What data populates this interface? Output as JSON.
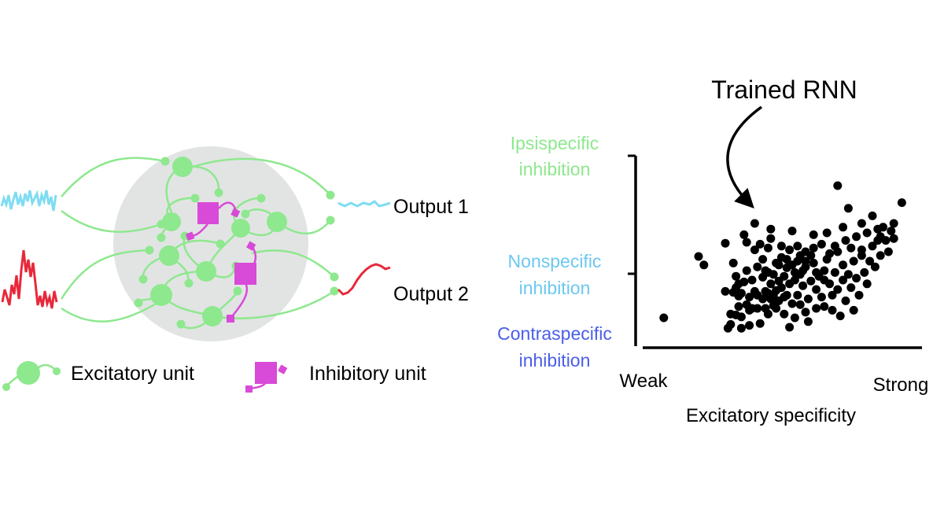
{
  "network": {
    "output_1_label": "Output 1",
    "output_2_label": "Output 2"
  },
  "legend": {
    "excitatory_label": "Excitatory unit",
    "inhibitory_label": "Inhibitory unit"
  },
  "chart_data": {
    "type": "scatter",
    "annotation": "Trained RNN",
    "xlabel": "Excitatory specificity",
    "x_ticks": [
      "Weak",
      "Strong"
    ],
    "y_ticks": [
      {
        "lines": [
          "Ipsispecific",
          "inhibition"
        ],
        "color": "#8ee88e"
      },
      {
        "lines": [
          "Nonspecific",
          "inhibition"
        ],
        "color": "#6cc8f0"
      },
      {
        "lines": [
          "Contraspecific",
          "inhibition"
        ],
        "color": "#4a5ee8"
      }
    ],
    "xlim": [
      0,
      1
    ],
    "ylim": [
      -1,
      1
    ],
    "points": [
      [
        0.07,
        -0.7
      ],
      [
        0.31,
        -0.81
      ],
      [
        0.32,
        -0.66
      ],
      [
        0.32,
        -0.77
      ],
      [
        0.34,
        -0.67
      ],
      [
        0.35,
        -0.58
      ],
      [
        0.35,
        -0.47
      ],
      [
        0.36,
        -0.81
      ],
      [
        0.36,
        -0.69
      ],
      [
        0.33,
        -0.43
      ],
      [
        0.34,
        -0.38
      ],
      [
        0.38,
        -0.56
      ],
      [
        0.39,
        -0.62
      ],
      [
        0.39,
        -0.78
      ],
      [
        0.39,
        -0.48
      ],
      [
        0.4,
        -0.6
      ],
      [
        0.41,
        -0.42
      ],
      [
        0.42,
        -0.6
      ],
      [
        0.42,
        -0.46
      ],
      [
        0.43,
        -0.76
      ],
      [
        0.44,
        -0.27
      ],
      [
        0.44,
        -0.5
      ],
      [
        0.45,
        -0.42
      ],
      [
        0.45,
        -0.6
      ],
      [
        0.46,
        -0.22
      ],
      [
        0.46,
        -0.44
      ],
      [
        0.47,
        -0.5
      ],
      [
        0.47,
        -0.34
      ],
      [
        0.48,
        -0.57
      ],
      [
        0.48,
        -0.46
      ],
      [
        0.49,
        -0.41
      ],
      [
        0.49,
        -0.12
      ],
      [
        0.5,
        -0.31
      ],
      [
        0.5,
        -0.52
      ],
      [
        0.51,
        -0.06
      ],
      [
        0.51,
        -0.38
      ],
      [
        0.52,
        -0.26
      ],
      [
        0.52,
        -0.66
      ],
      [
        0.53,
        -0.46
      ],
      [
        0.53,
        -0.17
      ],
      [
        0.54,
        -0.34
      ],
      [
        0.54,
        -0.8
      ],
      [
        0.55,
        -0.55
      ],
      [
        0.56,
        -0.3
      ],
      [
        0.57,
        -0.1
      ],
      [
        0.57,
        -0.46
      ],
      [
        0.58,
        -0.24
      ],
      [
        0.59,
        -0.36
      ],
      [
        0.6,
        -0.64
      ],
      [
        0.6,
        -0.16
      ],
      [
        0.61,
        -0.5
      ],
      [
        0.61,
        -0.74
      ],
      [
        0.62,
        -0.31
      ],
      [
        0.63,
        -0.12
      ],
      [
        0.64,
        -0.4
      ],
      [
        0.64,
        -0.6
      ],
      [
        0.65,
        -0.26
      ],
      [
        0.66,
        -0.48
      ],
      [
        0.67,
        -0.2
      ],
      [
        0.67,
        -0.58
      ],
      [
        0.68,
        -0.08
      ],
      [
        0.69,
        -0.34
      ],
      [
        0.7,
        -0.46
      ],
      [
        0.7,
        -0.62
      ],
      [
        0.71,
        -0.22
      ],
      [
        0.72,
        0.0
      ],
      [
        0.72,
        -0.4
      ],
      [
        0.73,
        -0.68
      ],
      [
        0.74,
        -0.14
      ],
      [
        0.74,
        -0.3
      ],
      [
        0.75,
        0.12
      ],
      [
        0.75,
        -0.52
      ],
      [
        0.76,
        -0.24
      ],
      [
        0.77,
        0.04
      ],
      [
        0.77,
        -0.38
      ],
      [
        0.78,
        -0.62
      ],
      [
        0.78,
        -0.1
      ],
      [
        0.79,
        0.16
      ],
      [
        0.79,
        -0.28
      ],
      [
        0.8,
        -0.46
      ],
      [
        0.81,
        -0.04
      ],
      [
        0.81,
        0.02
      ],
      [
        0.82,
        -0.22
      ],
      [
        0.83,
        0.2
      ],
      [
        0.83,
        -0.34
      ],
      [
        0.84,
        -0.1
      ],
      [
        0.85,
        0.06
      ],
      [
        0.86,
        -0.16
      ],
      [
        0.87,
        0.12
      ],
      [
        0.88,
        -0.04
      ],
      [
        0.88,
        0.16
      ],
      [
        0.89,
        0.26
      ],
      [
        0.91,
        0.0
      ],
      [
        0.92,
        0.22
      ],
      [
        0.93,
        0.14
      ],
      [
        0.96,
        0.52
      ],
      [
        0.72,
        0.7
      ],
      [
        0.76,
        0.46
      ],
      [
        0.87,
        0.24
      ],
      [
        0.9,
        0.12
      ],
      [
        0.93,
        0.3
      ],
      [
        0.6,
        -0.1
      ],
      [
        0.58,
        -0.04
      ],
      [
        0.55,
        -0.14
      ],
      [
        0.56,
        -0.22
      ],
      [
        0.53,
        -0.08
      ],
      [
        0.5,
        -0.14
      ],
      [
        0.48,
        -0.24
      ],
      [
        0.45,
        -0.2
      ],
      [
        0.44,
        -0.08
      ],
      [
        0.42,
        -0.16
      ],
      [
        0.4,
        -0.3
      ],
      [
        0.38,
        -0.2
      ],
      [
        0.37,
        -0.32
      ],
      [
        0.36,
        -0.44
      ],
      [
        0.35,
        -0.34
      ],
      [
        0.34,
        -0.26
      ],
      [
        0.33,
        -0.12
      ],
      [
        0.38,
        0.1
      ],
      [
        0.37,
        0.18
      ],
      [
        0.41,
        0.02
      ],
      [
        0.43,
        0.08
      ],
      [
        0.46,
        0.04
      ],
      [
        0.47,
        0.14
      ],
      [
        0.51,
        0.06
      ],
      [
        0.54,
        0.02
      ],
      [
        0.57,
        0.06
      ],
      [
        0.6,
        0.0
      ],
      [
        0.63,
        0.04
      ],
      [
        0.66,
        0.08
      ],
      [
        0.69,
        -0.02
      ],
      [
        0.71,
        0.06
      ],
      [
        0.62,
        -0.04
      ],
      [
        0.59,
        -0.2
      ],
      [
        0.64,
        -0.22
      ],
      [
        0.67,
        -0.3
      ],
      [
        0.52,
        -0.48
      ],
      [
        0.49,
        -0.6
      ],
      [
        0.46,
        -0.66
      ],
      [
        0.56,
        -0.7
      ],
      [
        0.58,
        -0.56
      ],
      [
        0.47,
        0.24
      ],
      [
        0.41,
        0.3
      ],
      [
        0.3,
        0.09
      ],
      [
        0.22,
        -0.14
      ],
      [
        0.2,
        -0.05
      ],
      [
        0.3,
        -0.42
      ],
      [
        0.55,
        0.22
      ],
      [
        0.63,
        0.18
      ],
      [
        0.68,
        0.2
      ],
      [
        0.74,
        0.26
      ],
      [
        0.81,
        0.3
      ],
      [
        0.85,
        0.38
      ]
    ]
  }
}
